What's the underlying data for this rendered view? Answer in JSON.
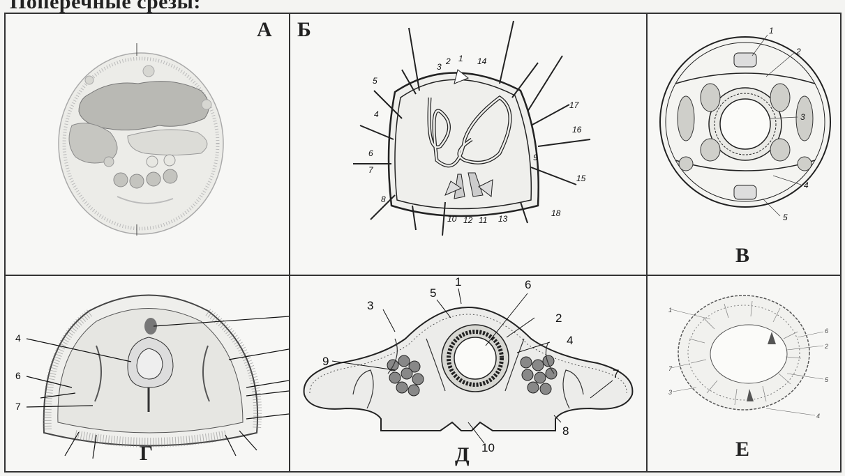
{
  "page": {
    "title": "Поперечные срезы:"
  },
  "panels": {
    "A": {
      "letter": "А"
    },
    "B": {
      "letter": "Б",
      "labels": [
        "1",
        "2",
        "3",
        "4",
        "5",
        "6",
        "7",
        "8",
        "9",
        "10",
        "11",
        "12",
        "13",
        "14",
        "15",
        "16",
        "17",
        "18"
      ]
    },
    "V": {
      "letter": "В",
      "labels": [
        "1",
        "2",
        "3",
        "4",
        "5"
      ]
    },
    "G": {
      "letter": "Г",
      "labels": [
        "4",
        "6",
        "7"
      ]
    },
    "D": {
      "letter": "Д",
      "labels": [
        "1",
        "2",
        "3",
        "4",
        "5",
        "6",
        "7",
        "8",
        "9",
        "10"
      ]
    },
    "E": {
      "letter": "Е",
      "labels": [
        "1",
        "2",
        "3",
        "4",
        "5",
        "6",
        "7"
      ]
    }
  },
  "colors": {
    "line": "#222222",
    "fill_light": "#e4e4e0",
    "fill_mid": "#cfcfcb",
    "dark": "#555555"
  }
}
